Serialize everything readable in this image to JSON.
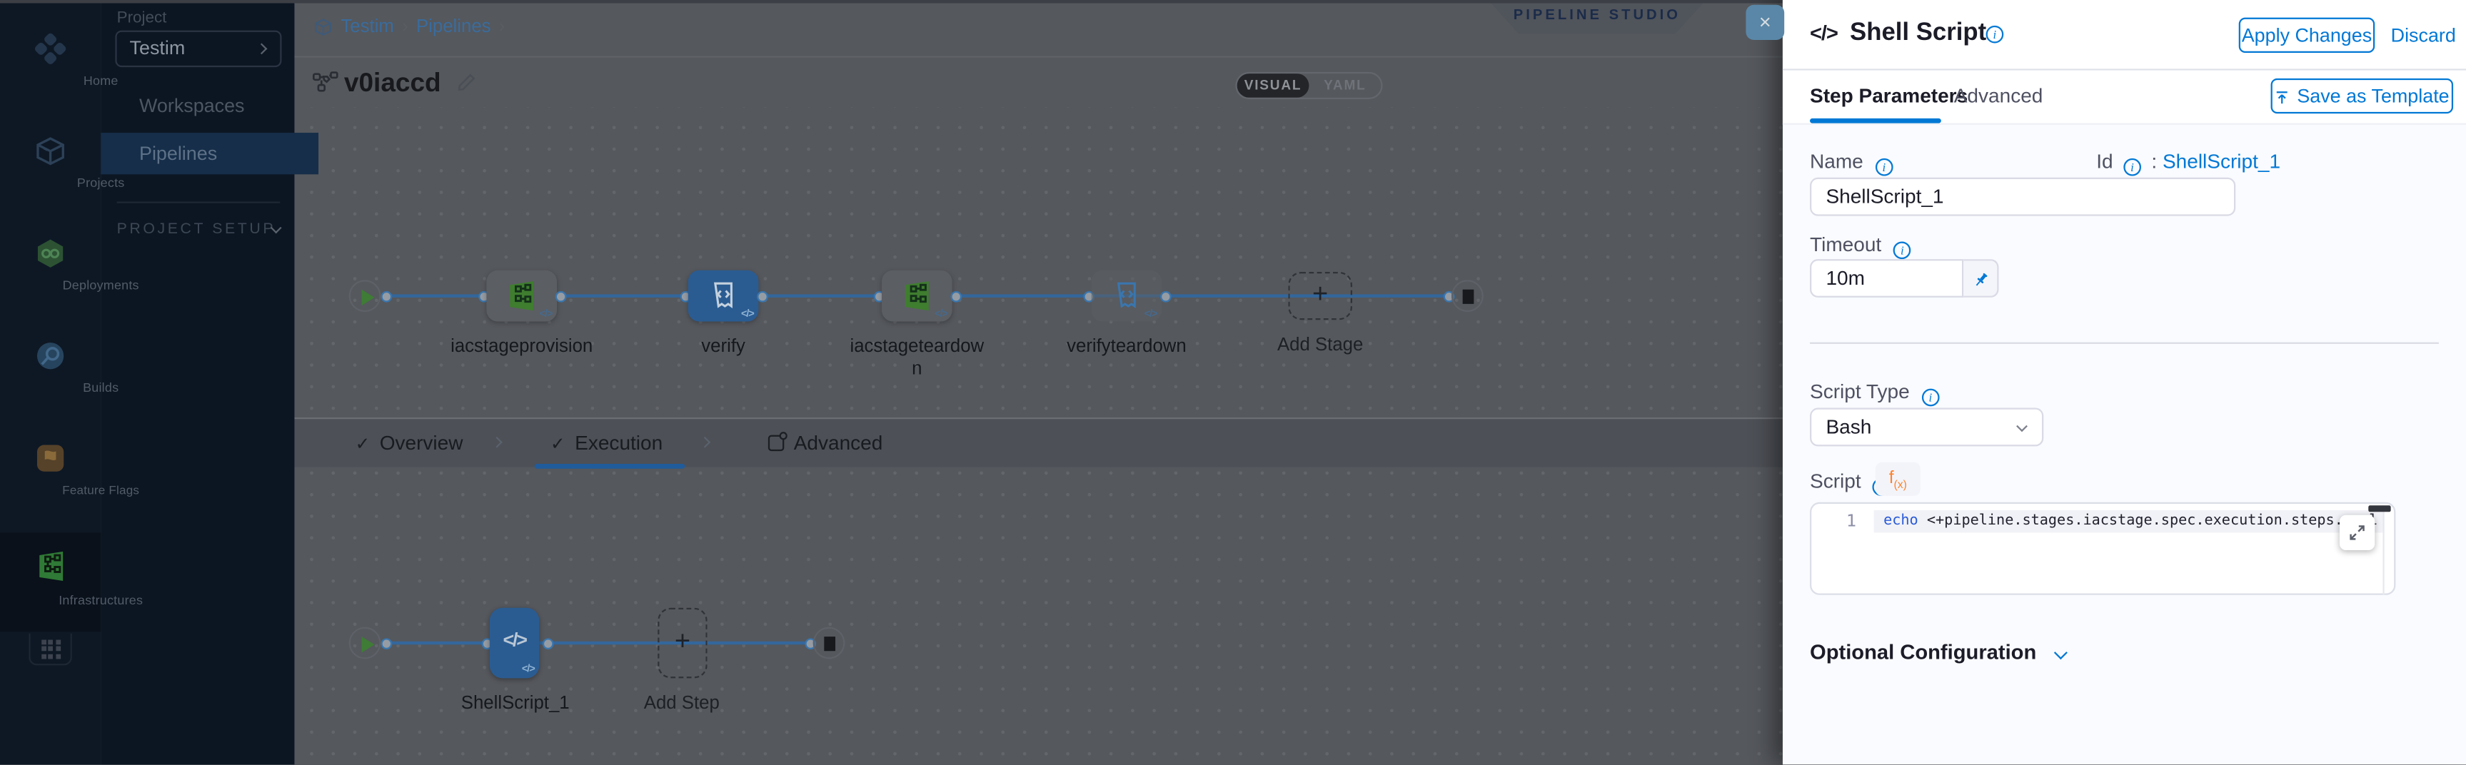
{
  "icons": {
    "check": "✓",
    "plus": "+",
    "close": "×",
    "code": "</>"
  },
  "left_nav": {
    "items": [
      {
        "label": "Home"
      },
      {
        "label": "Projects"
      },
      {
        "label": "Deployments"
      },
      {
        "label": "Builds"
      },
      {
        "label": "Feature Flags"
      },
      {
        "label": "Infrastructures"
      }
    ]
  },
  "project_sidebar": {
    "section_label": "Project",
    "project_name": "Testim",
    "workspaces_label": "Workspaces",
    "pipelines_label": "Pipelines",
    "setup_label": "PROJECT SETUP"
  },
  "header": {
    "breadcrumb": {
      "project": "Testim",
      "section": "Pipelines",
      "sep": "›"
    },
    "studio_badge": "PIPELINE STUDIO",
    "pipeline_name": "v0iaccd",
    "view_toggle": {
      "visual": "VISUAL",
      "yaml": "YAML"
    }
  },
  "canvas": {
    "stage_flow": {
      "stages": [
        {
          "label": "iacstageprovision"
        },
        {
          "label": "verify"
        },
        {
          "label": "iacstageteardown"
        },
        {
          "label": "verifyteardown"
        }
      ],
      "add_label": "Add Stage"
    },
    "tabs": {
      "overview": "Overview",
      "execution": "Execution",
      "advanced": "Advanced"
    },
    "step_flow": {
      "step_label": "ShellScript_1",
      "add_label": "Add Step"
    }
  },
  "panel": {
    "title": "Shell Script",
    "apply_label": "Apply Changes",
    "discard_label": "Discard",
    "tabs": {
      "step_parameters": "Step Parameters",
      "advanced": "Advanced"
    },
    "save_template_label": "Save as Template",
    "fields": {
      "name": {
        "label": "Name",
        "value": "ShellScript_1"
      },
      "id": {
        "label": "Id",
        "separator": ":",
        "value": "ShellScript_1"
      },
      "timeout": {
        "label": "Timeout",
        "value": "10m"
      },
      "script_type": {
        "label": "Script Type",
        "value": "Bash"
      },
      "script": {
        "label": "Script",
        "fx_label": "f",
        "fx_sub": "(x)",
        "line_number": "1",
        "code_keyword": "echo",
        "code_rest": " <+pipeline.stages.iacstage.spec.execution.steps.appl"
      }
    },
    "optional_config_label": "Optional Configuration"
  }
}
